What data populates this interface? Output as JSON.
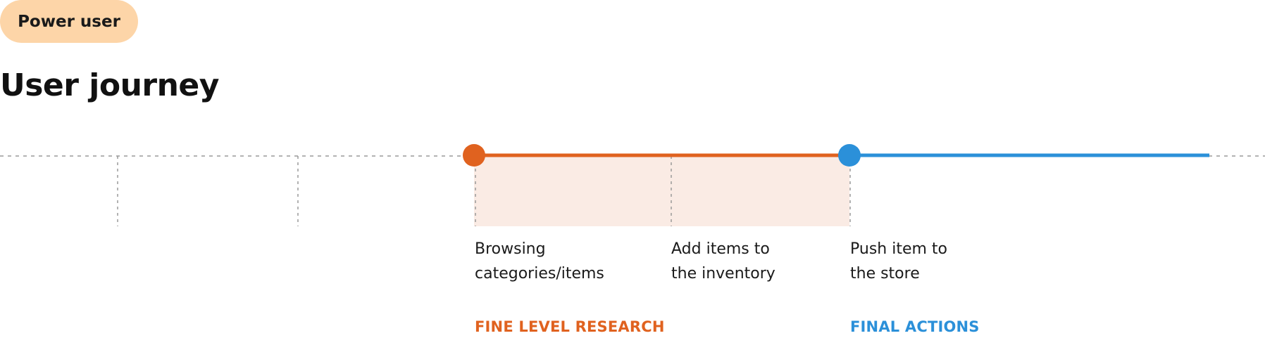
{
  "persona": {
    "label": "Power user"
  },
  "title": "User journey",
  "colors": {
    "badge_bg": "#fdd5a8",
    "research": "#e0621f",
    "research_fill": "#faebe4",
    "final": "#2b90d9",
    "guide": "#9a9a9a"
  },
  "steps": [
    {
      "line1": "Browsing",
      "line2": "categories/items"
    },
    {
      "line1": "Add items to",
      "line2": "the inventory"
    },
    {
      "line1": "Push item to",
      "line2": "the store"
    }
  ],
  "phases": [
    {
      "label": "FINE LEVEL RESEARCH"
    },
    {
      "label": "FINAL ACTIONS"
    }
  ]
}
